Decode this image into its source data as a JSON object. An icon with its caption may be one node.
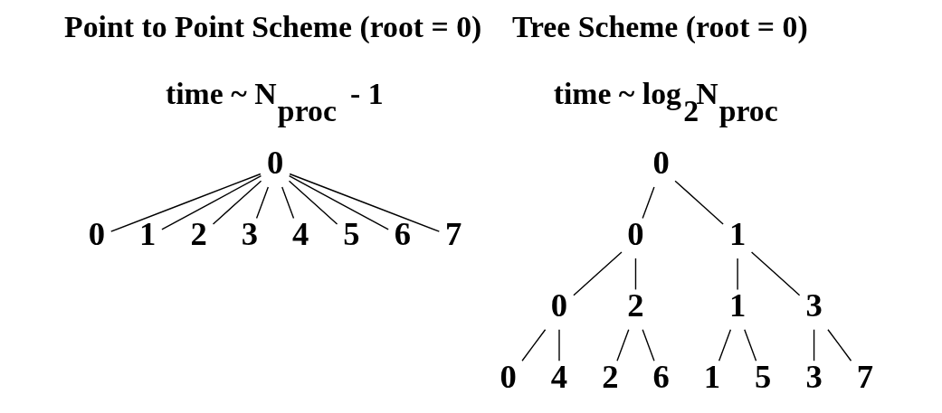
{
  "diagram": {
    "nodes": [
      {
        "text": [
          "0"
        ]
      },
      {
        "text": [
          "0"
        ]
      },
      {
        "text": [
          "1"
        ]
      },
      {
        "text": [
          "2"
        ]
      },
      {
        "text": [
          "3"
        ]
      },
      {
        "text": [
          "4"
        ]
      },
      {
        "text": [
          "5"
        ]
      },
      {
        "text": [
          "6"
        ]
      },
      {
        "text": [
          "7"
        ]
      },
      {
        "text": [
          "0"
        ]
      },
      {
        "text": [
          "0"
        ]
      },
      {
        "text": [
          "1"
        ]
      },
      {
        "text": [
          "0"
        ]
      },
      {
        "text": [
          "2"
        ]
      },
      {
        "text": [
          "1"
        ]
      },
      {
        "text": [
          "3"
        ]
      },
      {
        "text": [
          "0"
        ]
      },
      {
        "text": [
          "4"
        ]
      },
      {
        "text": [
          "2"
        ]
      },
      {
        "text": [
          "6"
        ]
      },
      {
        "text": [
          "1"
        ]
      },
      {
        "text": [
          "5"
        ]
      },
      {
        "text": [
          "3"
        ]
      },
      {
        "text": [
          "7"
        ]
      }
    ],
    "edges": [
      {
        "from": 0,
        "to": 1,
        "arrow": "none"
      },
      {
        "from": 0,
        "to": 2,
        "arrow": "none"
      },
      {
        "from": 0,
        "to": 3,
        "arrow": "none"
      },
      {
        "from": 0,
        "to": 4,
        "arrow": "none"
      },
      {
        "from": 0,
        "to": 5,
        "arrow": "none"
      },
      {
        "from": 0,
        "to": 6,
        "arrow": "none"
      },
      {
        "from": 0,
        "to": 7,
        "arrow": "none"
      },
      {
        "from": 0,
        "to": 8,
        "arrow": "none"
      },
      {
        "from": 9,
        "to": 10,
        "arrow": "none"
      },
      {
        "from": 9,
        "to": 11,
        "arrow": "none"
      },
      {
        "from": 10,
        "to": 12,
        "arrow": "none"
      },
      {
        "from": 10,
        "to": 13,
        "arrow": "none"
      },
      {
        "from": 11,
        "to": 14,
        "arrow": "none"
      },
      {
        "from": 11,
        "to": 15,
        "arrow": "none"
      },
      {
        "from": 12,
        "to": 16,
        "arrow": "none"
      },
      {
        "from": 12,
        "to": 17,
        "arrow": "none"
      },
      {
        "from": 13,
        "to": 18,
        "arrow": "none"
      },
      {
        "from": 13,
        "to": 19,
        "arrow": "none"
      },
      {
        "from": 14,
        "to": 20,
        "arrow": "none"
      },
      {
        "from": 14,
        "to": 21,
        "arrow": "none"
      },
      {
        "from": 15,
        "to": 22,
        "arrow": "none"
      },
      {
        "from": 15,
        "to": 23,
        "arrow": "none"
      }
    ],
    "labels": [
      "Point to Point Scheme (root = 0)",
      "time ~ N$_{proc}$ - 1",
      "Tree Scheme (root = 0)",
      "time ~ log$_{2}$N$_{proc}$"
    ]
  }
}
